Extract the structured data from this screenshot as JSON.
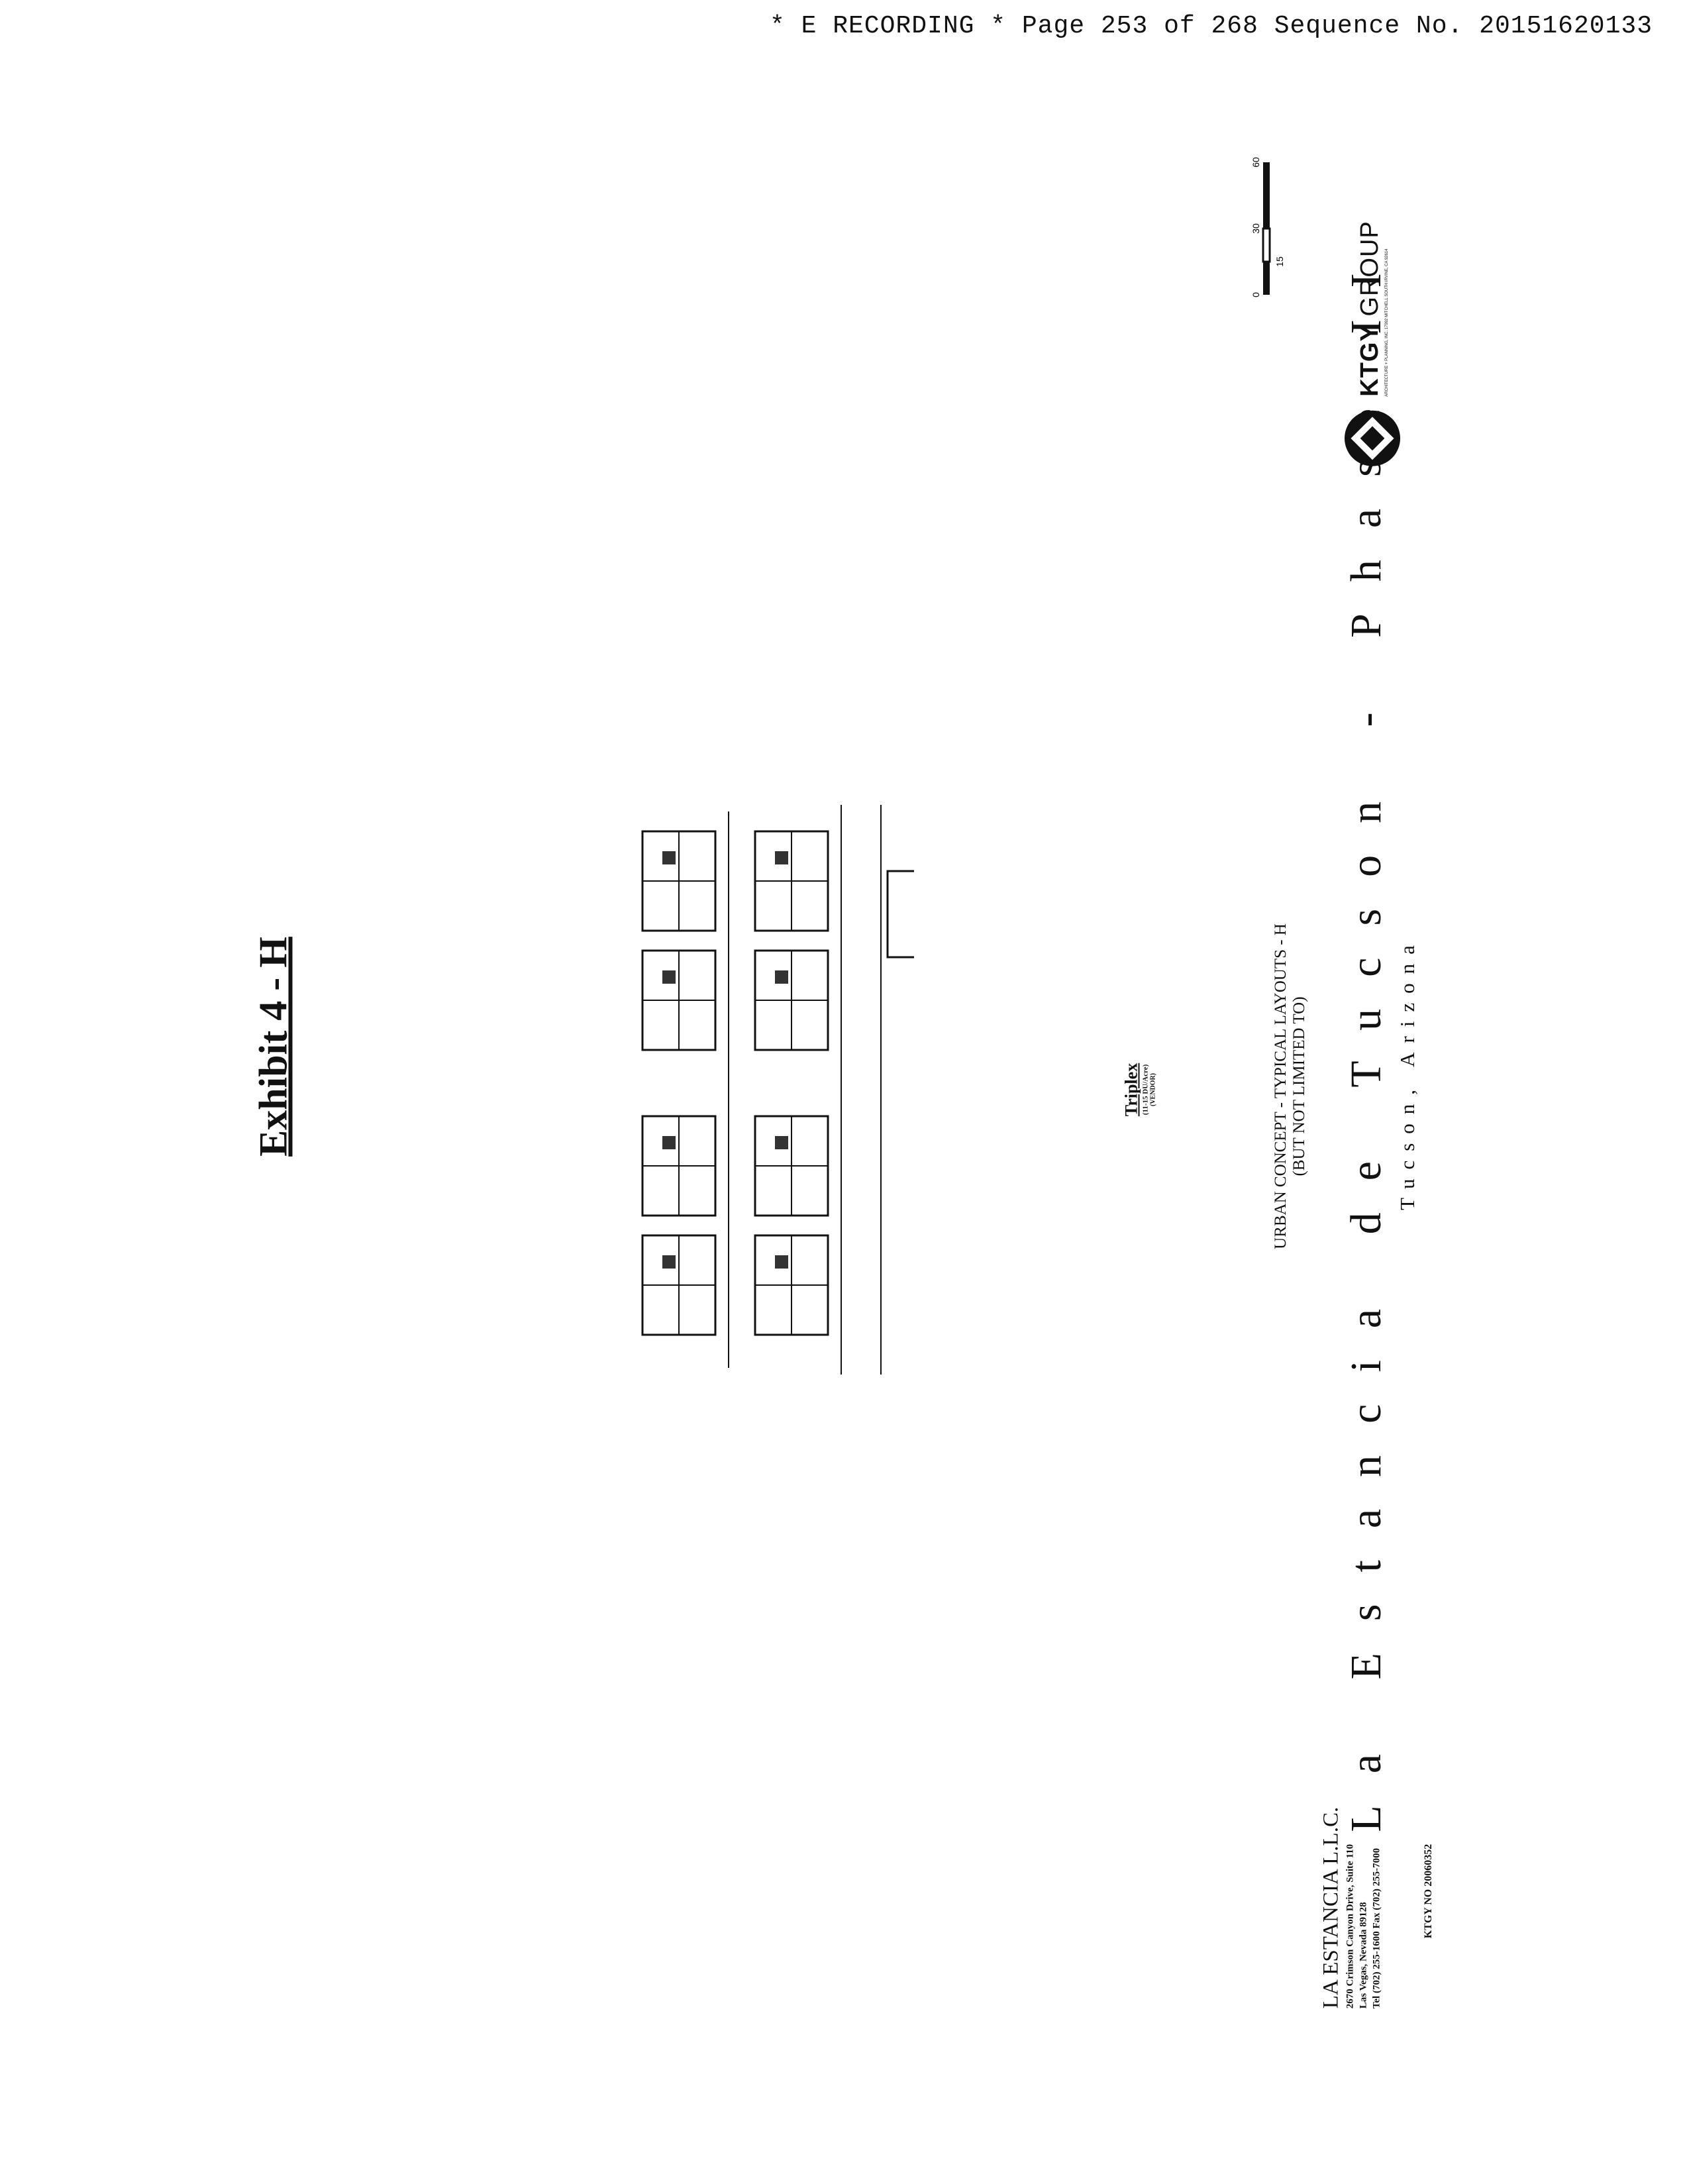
{
  "header": {
    "recording_line": "* E RECORDING * Page 253 of 268 Sequence No. 20151620133"
  },
  "exhibit": {
    "title": "Exhibit 4 - H"
  },
  "plan": {
    "building_type": "Triplex",
    "density": "(11-15 DU/Acre)",
    "code": "(VENDOR)"
  },
  "concept": {
    "line1": "URBAN CONCEPT - TYPICAL LAYOUTS - H",
    "line2": "(BUT NOT LIMITED TO)"
  },
  "project": {
    "title": "La Estancia de Tucson - Phase II",
    "location": "Tucson, Arizona"
  },
  "scale_bar": {
    "labels": [
      "0",
      "15",
      "30",
      "60"
    ]
  },
  "logo": {
    "name_bold": "KTGY",
    "name_rest": " GROUP",
    "fine_print": "ARCHITECTURE + PLANNING, INC. 17992 MITCHELL SOUTH IRVINE, CA 92614"
  },
  "owner": {
    "name": "LA ESTANCIA L.L.C.",
    "line1": "2670 Crimson Canyon Drive, Suite 110",
    "line2": "Las Vegas, Nevada 89128",
    "line3": "Tel (702) 255-1600   Fax (702) 255-7000"
  },
  "job_number": "KTGY NO 20060352"
}
